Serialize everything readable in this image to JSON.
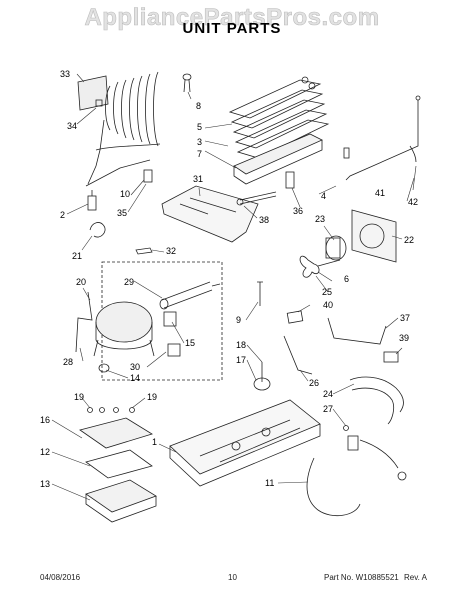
{
  "watermark": "AppliancePartsPros.com",
  "title": "UNIT PARTS",
  "callouts": [
    "33",
    "8",
    "5",
    "3",
    "7",
    "34",
    "10",
    "31",
    "4",
    "41",
    "42",
    "2",
    "35",
    "38",
    "36",
    "23",
    "22",
    "21",
    "32",
    "6",
    "29",
    "25",
    "20",
    "9",
    "40",
    "37",
    "15",
    "39",
    "28",
    "30",
    "14",
    "18",
    "17",
    "26",
    "24",
    "19",
    "19",
    "27",
    "16",
    "1",
    "12",
    "11",
    "13"
  ],
  "footer": {
    "date": "04/08/2016",
    "page": "10",
    "part_no": "Part No. W10885521",
    "rev": "Rev. A"
  }
}
